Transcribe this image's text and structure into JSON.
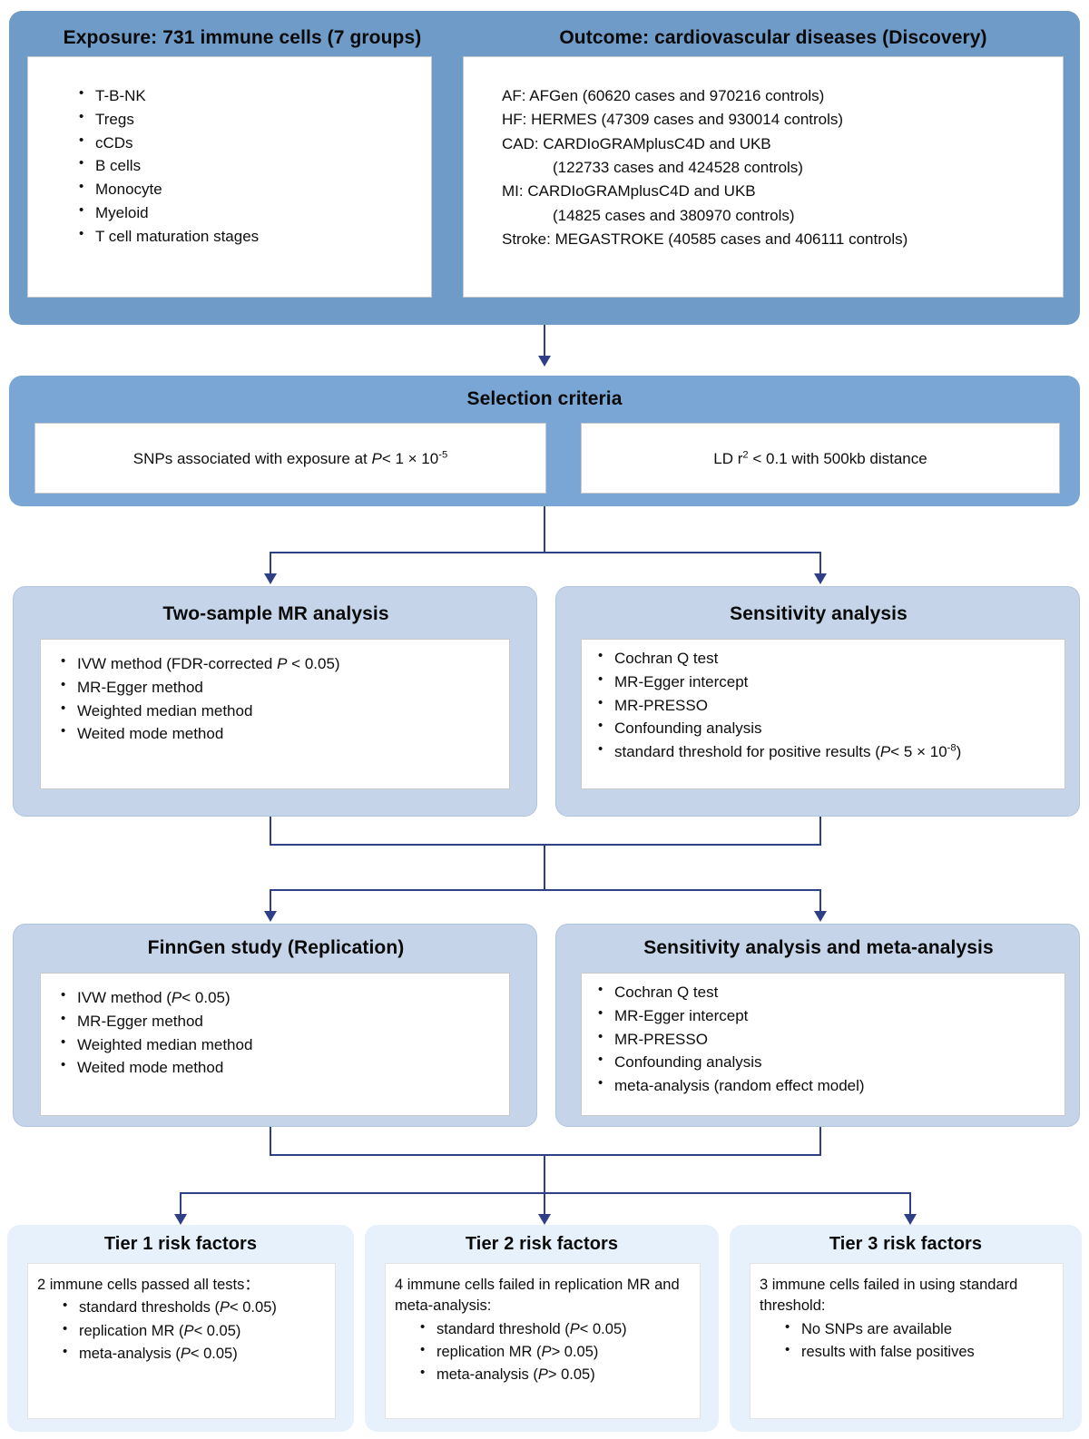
{
  "top": {
    "exposure_title": "Exposure: 731 immune cells (7 groups)",
    "outcome_title": "Outcome: cardiovascular diseases (Discovery)",
    "exposure_items": [
      "T-B-NK",
      "Tregs",
      "cCDs",
      "B cells",
      "Monocyte",
      "Myeloid",
      "T cell maturation stages"
    ],
    "outcome_lines": [
      {
        "text": "AF: AFGen (60620 cases and 970216 controls)",
        "indent": false
      },
      {
        "text": "HF: HERMES (47309 cases and 930014 controls)",
        "indent": false
      },
      {
        "text": "CAD:  CARDIoGRAMplusC4D and UKB",
        "indent": false
      },
      {
        "text": "(122733 cases and 424528 controls)",
        "indent": true
      },
      {
        "text": "MI:  CARDIoGRAMplusC4D and UKB",
        "indent": false
      },
      {
        "text": "(14825 cases and 380970 controls)",
        "indent": true
      },
      {
        "text": "Stroke: MEGASTROKE (40585 cases and 406111 controls)",
        "indent": false
      }
    ]
  },
  "selection": {
    "title": "Selection criteria",
    "left_html": "SNPs associated with exposure at <i class=\"ital\">P</i>&lt; 1 × 10<sup>-5</sup>",
    "right_html": "LD r<sup>2</sup> &lt; 0.1 with 500kb distance"
  },
  "mr": {
    "title": "Two-sample MR analysis",
    "items_html": [
      "IVW method (FDR-corrected <i class=\"ital\">P</i> &lt; 0.05)",
      "MR-Egger method",
      "Weighted median method",
      "Weited mode method"
    ]
  },
  "sensitivity": {
    "title": "Sensitivity analysis",
    "items_html": [
      "Cochran Q test",
      "MR-Egger intercept",
      "MR-PRESSO",
      "Confounding analysis",
      "standard threshold for positive results (<i class=\"ital\">P</i>&lt; 5 × 10<sup>-8</sup>)"
    ]
  },
  "finngen": {
    "title": "FinnGen study (Replication)",
    "items_html": [
      "IVW method  (<i class=\"ital\">P</i>&lt; 0.05)",
      "MR-Egger method",
      "Weighted median method",
      "Weited mode method"
    ]
  },
  "meta": {
    "title": "Sensitivity analysis and meta-analysis",
    "items_html": [
      "Cochran Q test",
      "MR-Egger intercept",
      "MR-PRESSO",
      "Confounding analysis",
      "meta-analysis (random effect model)"
    ]
  },
  "tiers": [
    {
      "title": "Tier 1 risk factors",
      "lead_html": "2 immune cells passed all tests：",
      "items_html": [
        "standard thresholds (<i class=\"ital\">P</i>&lt; 0.05)",
        "replication MR (<i class=\"ital\">P</i>&lt; 0.05)",
        "meta-analysis (<i class=\"ital\">P</i>&lt; 0.05)"
      ]
    },
    {
      "title": "Tier 2 risk factors",
      "lead_html": "4 immune cells failed in replication MR and meta-analysis:",
      "items_html": [
        "standard threshold (<i class=\"ital\">P</i>&lt; 0.05)",
        "replication MR (<i class=\"ital\">P</i>&gt; 0.05)",
        "meta-analysis (<i class=\"ital\">P</i>&gt; 0.05)"
      ]
    },
    {
      "title": "Tier 3 risk factors",
      "lead_html": "3 immune cells failed in using standard threshold:",
      "items_html": [
        "No SNPs are available",
        "results with false positives"
      ]
    }
  ],
  "colors": {
    "shell_dark": "#6f9bc8",
    "shell_mid": "#79a6d5",
    "shell_light": "#c5d4e8",
    "shell_pale": "#e6f1fc",
    "connector": "#2e3f87",
    "panel_bg": "#ffffff"
  },
  "chart_data": {
    "type": "diagram",
    "title": "Mendelian randomization study design flowchart",
    "nodes": [
      "Exposure: 731 immune cells (7 groups) / Outcome: cardiovascular diseases (Discovery)",
      "Selection criteria",
      "Two-sample MR analysis",
      "Sensitivity analysis",
      "FinnGen study (Replication)",
      "Sensitivity analysis and meta-analysis",
      "Tier 1 risk factors",
      "Tier 2 risk factors",
      "Tier 3 risk factors"
    ],
    "edges": [
      "top -> Selection criteria",
      "Selection criteria -> Two-sample MR analysis",
      "Selection criteria -> Sensitivity analysis",
      "Two-sample MR analysis + Sensitivity analysis -> FinnGen study (Replication)",
      "Two-sample MR analysis + Sensitivity analysis -> Sensitivity analysis and meta-analysis",
      "FinnGen + meta-analysis -> Tier 1 risk factors",
      "FinnGen + meta-analysis -> Tier 2 risk factors",
      "FinnGen + meta-analysis -> Tier 3 risk factors"
    ]
  }
}
